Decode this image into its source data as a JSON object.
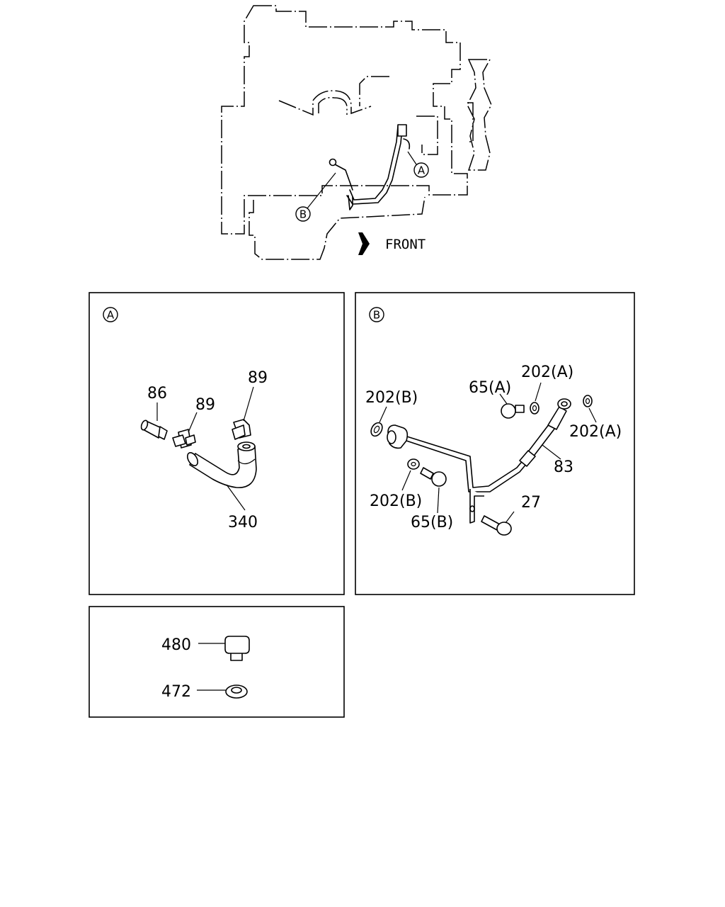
{
  "overview": {
    "front_label": "FRONT",
    "callout_a": "A",
    "callout_b": "B"
  },
  "detail_a": {
    "tag": "A",
    "labels": [
      "86",
      "89",
      "89",
      "340"
    ]
  },
  "detail_b": {
    "tag": "B",
    "labels": [
      "202(B)",
      "65(A)",
      "202(A)",
      "202(A)",
      "83",
      "202(B)",
      "65(B)",
      "27"
    ]
  },
  "detail_c": {
    "labels": [
      "480",
      "472"
    ]
  }
}
